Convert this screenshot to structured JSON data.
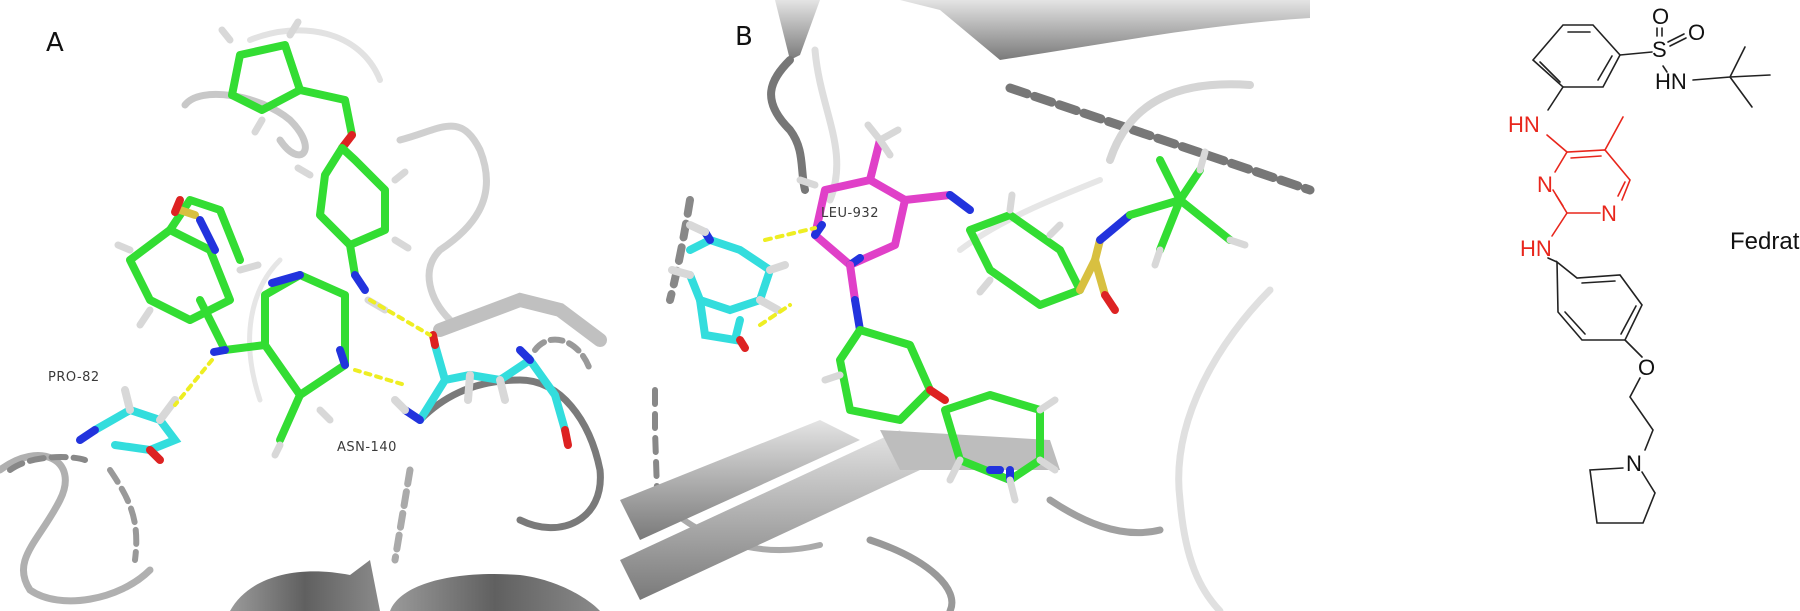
{
  "panels": {
    "a": {
      "letter": "A",
      "residues": [
        "PRO-82",
        "ASN-140"
      ]
    },
    "b": {
      "letter": "B",
      "residues": [
        "LEU-932"
      ]
    }
  },
  "structure": {
    "name": "Fedratinib",
    "atoms": {
      "o1": "O",
      "o2": "O",
      "s": "S",
      "hn_sulfonamide": "HN",
      "hn_top": "HN",
      "n3": "N",
      "n1": "N",
      "hn_bottom": "HN",
      "o_ether": "O",
      "n_pyrrolidine": "N"
    }
  },
  "colors": {
    "carbon_ligand": "#33dd33",
    "carbon_residue": "#33dddd",
    "pyrimidine_highlight_b": "#e040c8",
    "nitrogen": "#2233dd",
    "oxygen": "#dd2222",
    "sulfur": "#d8c040",
    "hbond": "#eeee22",
    "ribbon": "#b8b8b8",
    "structure_highlight": "#e8261c"
  }
}
